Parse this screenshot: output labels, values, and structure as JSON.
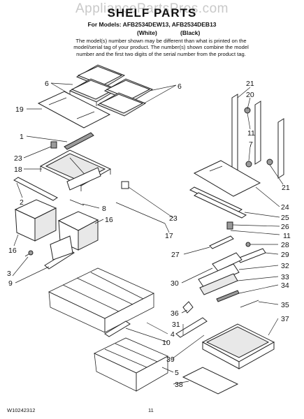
{
  "header": {
    "watermark": "AppliancePartsPros.com",
    "title": "SHELF PARTS",
    "models": "For Models: AFB2534DEW13, AFB2534DEB13",
    "color_white": "(White)",
    "color_black": "(Black)",
    "note": "The model(s) number shown may be different than what is printed on the model/serial tag of your product. The number(s) shown combine the model number and the first two digits of the serial number from the product tag."
  },
  "footer": {
    "doc_number": "W10242312",
    "page_number": "11"
  },
  "callouts": [
    "6",
    "6",
    "19",
    "1",
    "23",
    "18",
    "2",
    "8",
    "16",
    "16",
    "3",
    "9",
    "21",
    "20",
    "11",
    "7",
    "21",
    "24",
    "25",
    "26",
    "11",
    "23",
    "17",
    "27",
    "28",
    "29",
    "30",
    "32",
    "33",
    "34",
    "35",
    "36",
    "31",
    "37",
    "4",
    "10",
    "39",
    "5",
    "38"
  ]
}
